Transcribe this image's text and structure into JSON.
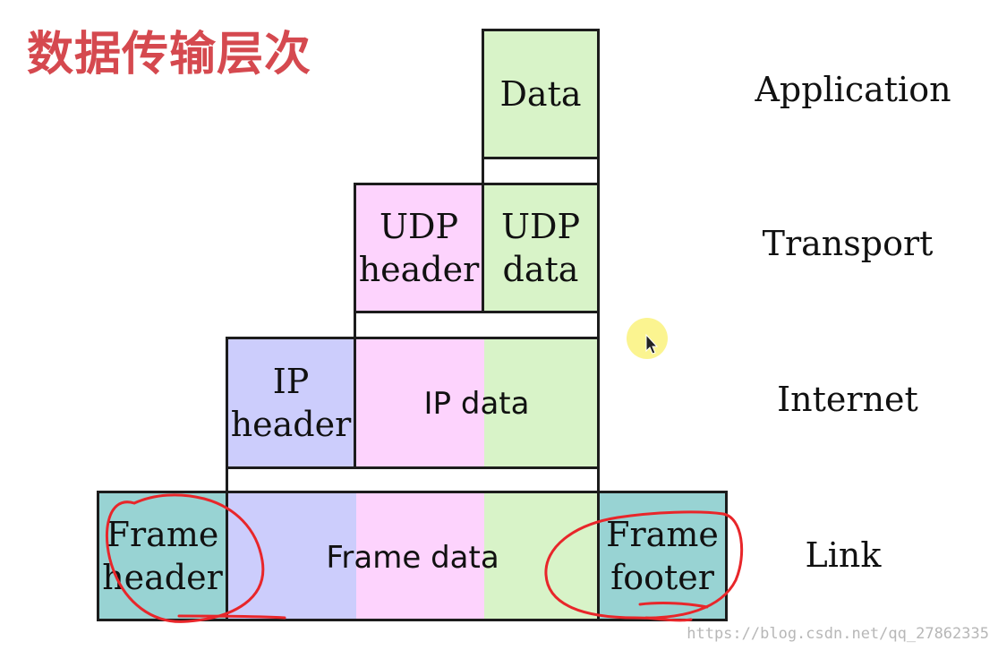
{
  "title": "数据传输层次",
  "layers": {
    "application": "Application",
    "transport": "Transport",
    "internet": "Internet",
    "link": "Link"
  },
  "blocks": {
    "data": "Data",
    "udp_header": [
      "UDP",
      "header"
    ],
    "udp_data": [
      "UDP",
      "data"
    ],
    "ip_header": [
      "IP",
      "header"
    ],
    "ip_data": "IP data",
    "frame_header": [
      "Frame",
      "header"
    ],
    "frame_data": "Frame data",
    "frame_footer": [
      "Frame",
      "footer"
    ]
  },
  "colors": {
    "title": "#d5494f",
    "data_green": "#d8f3c8",
    "header_pink": "#fdd3fd",
    "header_blue": "#cccdfc",
    "frame_teal": "#98d3d3",
    "annotation_red": "#e8262a",
    "cursor_highlight": "#fbf490"
  },
  "watermark": "https://blog.csdn.net/qq_27862335"
}
